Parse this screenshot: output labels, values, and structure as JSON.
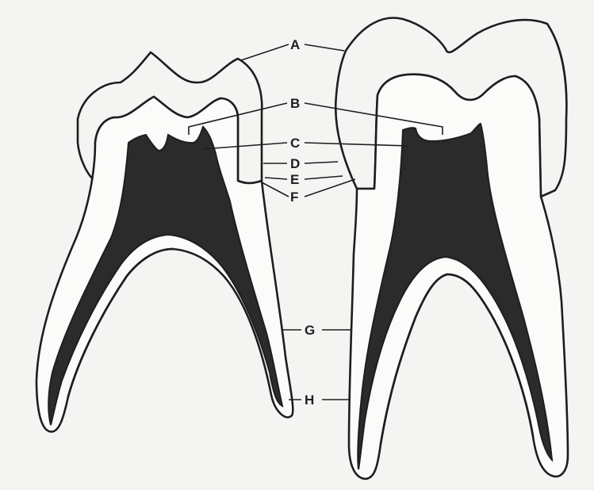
{
  "labels": {
    "a": "A",
    "b": "B",
    "c": "C",
    "d": "D",
    "e": "E",
    "f": "F",
    "g": "G",
    "h": "H"
  },
  "colors": {
    "background": "#f4f4f2",
    "ink": "#1e1e1e",
    "pulp": "#2b2b2b"
  }
}
